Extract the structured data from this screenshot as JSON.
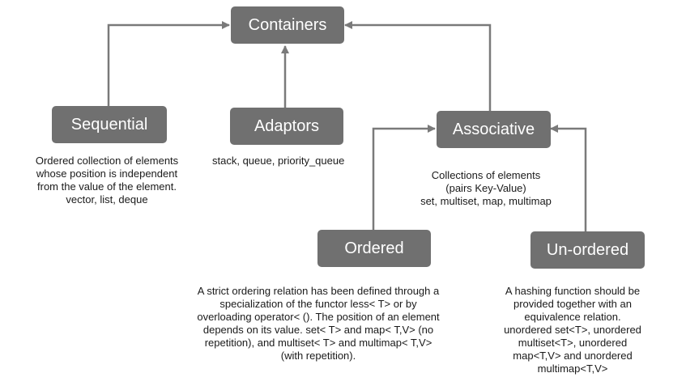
{
  "colors": {
    "node_fill": "#707070",
    "node_text": "#ffffff",
    "connector": "#7a7a7a",
    "body_text": "#1a1a1a",
    "background": "#ffffff"
  },
  "nodes": {
    "containers": "Containers",
    "sequential": "Sequential",
    "adaptors": "Adaptors",
    "associative": "Associative",
    "ordered": "Ordered",
    "unordered": "Un-ordered"
  },
  "descriptions": {
    "sequential": [
      "Ordered collection of elements",
      "whose position is independent",
      "from the value of the element.",
      "vector, list, deque"
    ],
    "adaptors": [
      "stack, queue, priority_queue"
    ],
    "associative": [
      "Collections of elements",
      "(pairs Key-Value)",
      "set, multiset, map, multimap"
    ],
    "ordered": [
      "A strict ordering relation has been defined through a",
      "specialization of the functor  less< T> or by",
      "overloading operator< (). The position of an element",
      "depends on its value. set< T> and  map< T,V> (no",
      "repetition), and  multiset< T> and  multimap< T,V>",
      "(with repetition)."
    ],
    "unordered": [
      "A hashing function should be",
      "provided together with an",
      "equivalence relation.",
      "unordered set<T>, unordered",
      "multiset<T>, unordered",
      "map<T,V> and unordered",
      "multimap<T,V>"
    ]
  }
}
